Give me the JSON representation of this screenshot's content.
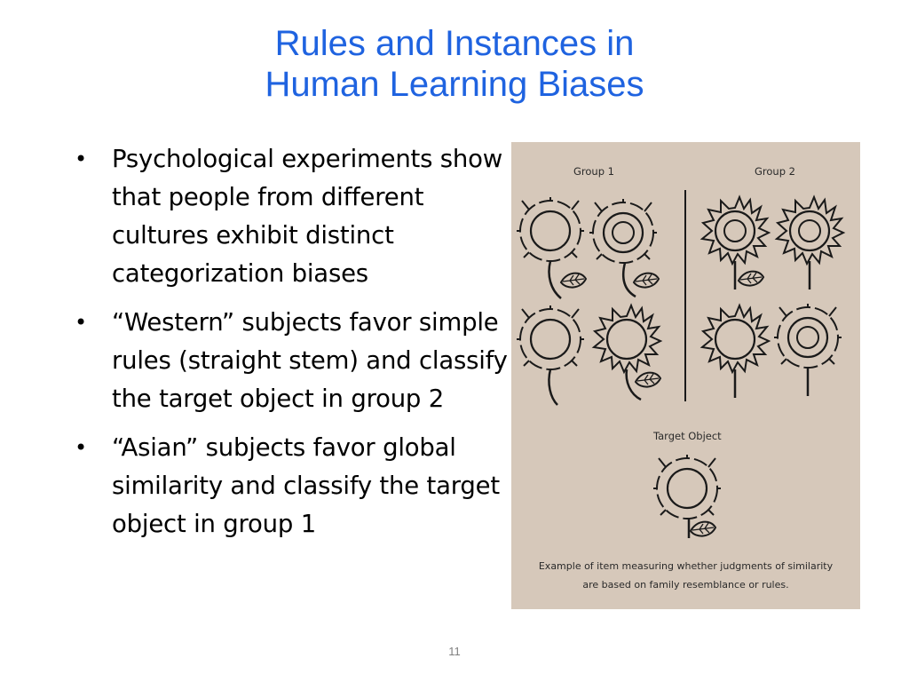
{
  "title": {
    "line1": "Rules and Instances in",
    "line2": "Human Learning Biases"
  },
  "bullets": [
    "Psychological experiments show that people from different cultures exhibit distinct  categorization biases",
    "“Western” subjects favor simple rules (straight stem) and classify the target object in group 2",
    "“Asian” subjects favor global similarity and classify the target object in group 1"
  ],
  "figure": {
    "group1_label": "Group 1",
    "group2_label": "Group 2",
    "target_label": "Target Object",
    "caption_line1": "Example of item measuring whether judgments of similarity",
    "caption_line2": "are based on family resemblance or rules.",
    "background_color": "#d6c8ba"
  },
  "page_number": "11",
  "colors": {
    "title": "#1f63e0",
    "text": "#000000",
    "page_number": "#808080"
  }
}
